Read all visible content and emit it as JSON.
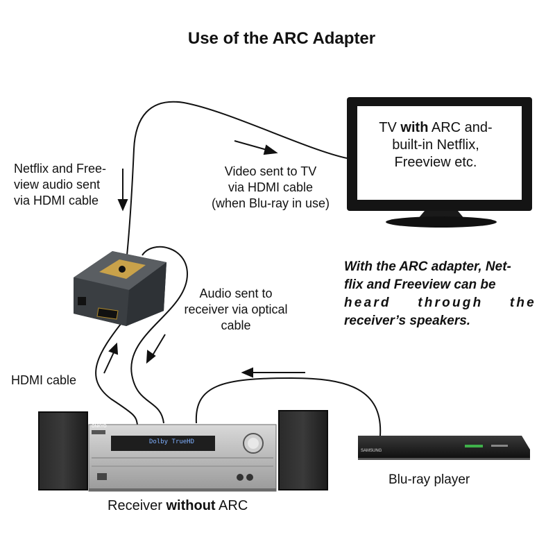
{
  "title": "Use of the ARC Adapter",
  "tv": {
    "line1_prefix": "TV ",
    "line1_bold": "with",
    "line1_suffix": " ARC and-",
    "line2": "built-in Netflix,",
    "line3": "Freeview etc."
  },
  "labels": {
    "netflix_audio": [
      "Netflix and Free-",
      "view audio sent",
      "via HDMI cable"
    ],
    "video_sent": [
      "Video sent to TV",
      "via HDMI cable",
      "(when Blu-ray in use)"
    ],
    "audio_sent": [
      "Audio sent to",
      "receiver via optical",
      "cable"
    ],
    "hdmi_cable": "HDMI cable",
    "bluray": "Blu-ray player",
    "receiver_prefix": "Receiver ",
    "receiver_bold": "without",
    "receiver_suffix": " ARC"
  },
  "note": [
    "With the ARC adapter, Net-",
    "flix and Freeview can be",
    "heard through the",
    "receiver’s speakers."
  ],
  "device_marks": {
    "receiver_display": "Dolby TrueHD",
    "receiver_brand": "ONKYO",
    "bluray_brand": "SAMSUNG"
  }
}
